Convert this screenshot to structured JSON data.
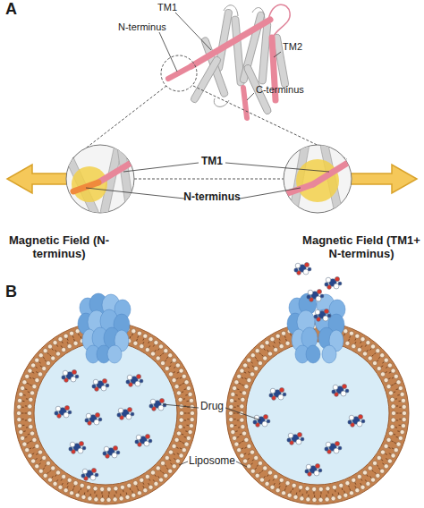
{
  "diagram": {
    "labels": [
      "A",
      "TM1",
      "N-terminus",
      "TM2",
      "C-terminus",
      "TM1",
      "N-terminus",
      "Magnetic Field (N-terminus)",
      "Magnetic Field (TM1+ N-terminus)",
      "B",
      "Drug",
      "Liposome"
    ]
  }
}
